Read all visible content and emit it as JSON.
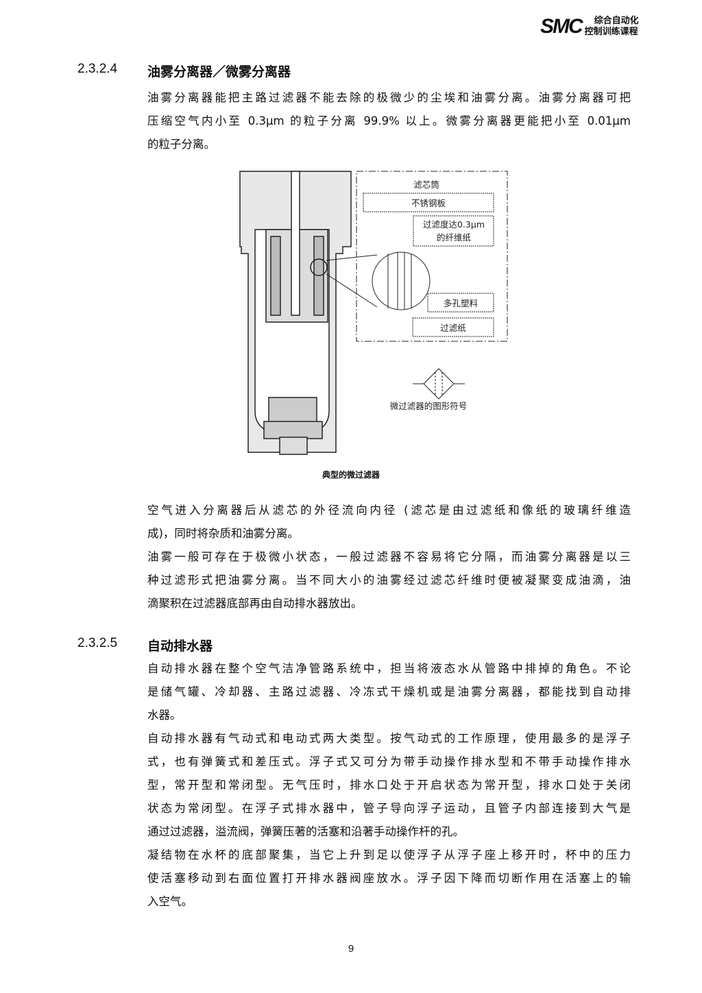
{
  "header": {
    "logo": "SMC",
    "title_line1": "综合自动化",
    "title_line2": "控制训练课程"
  },
  "section1": {
    "number": "2.3.2.4",
    "title": "油雾分离器／微雾分离器",
    "paragraphs": [
      [
        "油雾分离器能把主路过滤器不能去除的极微少的尘埃和油雾分离。油雾分离器可把",
        "压缩空气内小至 0.3μm 的粒子分离 99.9% 以上。微雾分离器更能把小至 0.01μm",
        "的粒子分离。"
      ]
    ]
  },
  "figure": {
    "labels": {
      "cartridge": "滤芯筒",
      "steel_plate": "不锈钢板",
      "fiber_paper_1": "过滤度达0.3μm",
      "fiber_paper_2": "的纤维纸",
      "porous_plastic": "多孔塑料",
      "filter_paper": "过滤纸",
      "symbol_caption": "微过滤器的图形符号"
    },
    "caption": "典型的微过滤器"
  },
  "section1_after": {
    "paragraphs": [
      [
        "空气进入分离器后从滤芯的外径流向内径 (滤芯是由过滤纸和像纸的玻璃纤维造",
        "成)，同时将杂质和油雾分离。"
      ],
      [
        "油雾一般可存在于极微小状态，一般过滤器不容易将它分隔，而油雾分离器是以三",
        "种过滤形式把油雾分离。当不同大小的油雾经过滤芯纤维时便被凝聚变成油滴，油",
        "滴聚积在过滤器底部再由自动排水器放出。"
      ]
    ]
  },
  "section2": {
    "number": "2.3.2.5",
    "title": "自动排水器",
    "paragraphs": [
      [
        "自动排水器在整个空气洁净管路系统中，担当将液态水从管路中排掉的角色。不论",
        "是储气罐、冷却器、主路过滤器、冷冻式干燥机或是油雾分离器，都能找到自动排",
        "水器。"
      ],
      [
        "自动排水器有气动式和电动式两大类型。按气动式的工作原理，使用最多的是浮子",
        "式，也有弹簧式和差压式。浮子式又可分为带手动操作排水型和不带手动操作排水",
        "型，常开型和常闭型。无气压时，排水口处于开启状态为常开型，排水口处于关闭",
        "状态为常闭型。在浮子式排水器中，管子导向浮子运动，且管子内部连接到大气是",
        "通过过滤器，溢流阀，弹簧压著的活塞和沿著手动操作杆的孔。"
      ],
      [
        "凝结物在水杯的底部聚集，当它上升到足以使浮子从浮子座上移开时，杯中的压力",
        "使活塞移动到右面位置打开排水器阀座放水。浮子因下降而切断作用在活塞上的输",
        "入空气。"
      ]
    ]
  },
  "footer": {
    "page_number": "9"
  }
}
